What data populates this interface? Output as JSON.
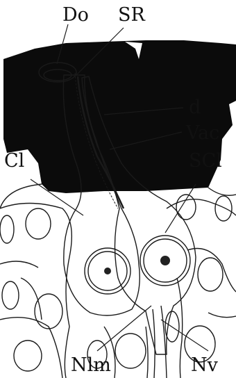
{
  "labels": {
    "do": "Do",
    "sr": "SR",
    "d": "d",
    "vac": "Vac",
    "cl": "Cl",
    "scl": "SCl",
    "nlm": "Nlm",
    "nv": "Nv"
  },
  "colors": {
    "ink": "#111111",
    "background": "#ffffff",
    "dark_region": "#0b0b0b"
  }
}
